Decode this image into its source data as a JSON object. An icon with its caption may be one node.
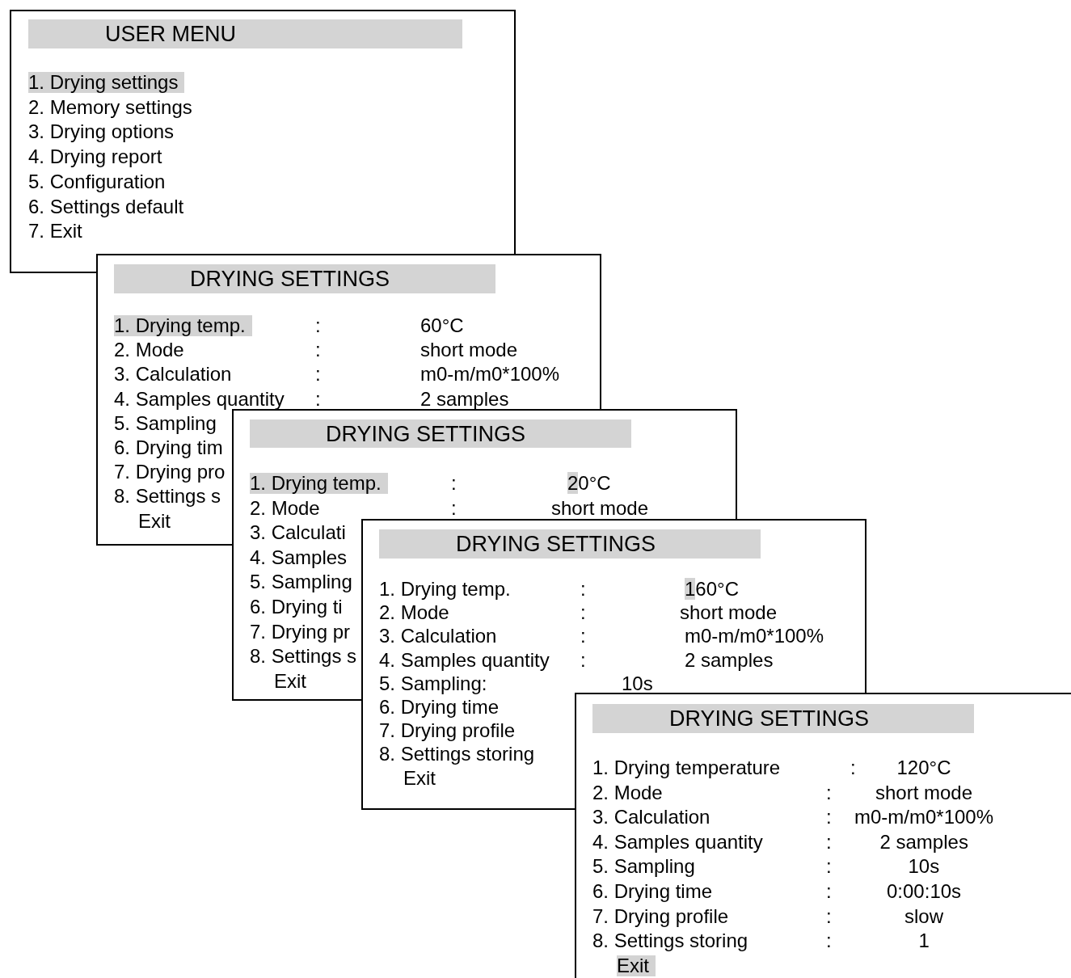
{
  "diagram": {
    "nodes": [
      {
        "text": [
          "USER MENU",
          "1. Drying settings",
          "2. Memory settings",
          "3. Drying options",
          "4. Drying report",
          "5. Configuration",
          "6. Settings default",
          "7. Exit"
        ]
      },
      {
        "text": [
          "DRYING SETTINGS",
          "1. Drying temp.",
          ":",
          "60°C",
          "2. Mode",
          ":",
          "short mode",
          "3. Calculation",
          ":",
          "m0-m/m0*100%",
          "4. Samples quantity",
          ":",
          "2 samples",
          "5. Sampling",
          "6. Drying tim",
          "7. Drying pro",
          "8. Settings s",
          "Exit"
        ]
      },
      {
        "text": [
          "DRYING SETTINGS",
          "1. Drying temp.",
          ":",
          "20°C",
          "2. Mode",
          ":",
          "short mode",
          "3. Calculati",
          "4. Samples",
          "5. Sampling",
          "6. Drying ti",
          "7. Drying pr",
          "8. Settings s",
          "Exit"
        ]
      },
      {
        "text": [
          "DRYING SETTINGS",
          "1. Drying temp.",
          ":",
          "160°C",
          "2. Mode",
          ":",
          "short mode",
          "3. Calculation",
          ":",
          "m0-m/m0*100%",
          "4. Samples quantity",
          ":",
          "2 samples",
          "5. Sampling:",
          "10s",
          "6. Drying time",
          "7. Drying profile",
          "8. Settings storing",
          "Exit"
        ]
      },
      {
        "text": [
          "DRYING SETTINGS",
          "1. Drying temperature",
          ":",
          "120°C",
          "2. Mode",
          ":",
          "short mode",
          "3. Calculation",
          ":",
          "m0-m/m0*100%",
          "4. Samples quantity",
          ":",
          "2 samples",
          "5. Sampling",
          ":",
          "10s",
          "6. Drying time",
          ":",
          "0:00:10s",
          "7. Drying profile",
          ":",
          "slow",
          "8. Settings storing",
          ":",
          "1",
          "Exit"
        ]
      }
    ]
  }
}
